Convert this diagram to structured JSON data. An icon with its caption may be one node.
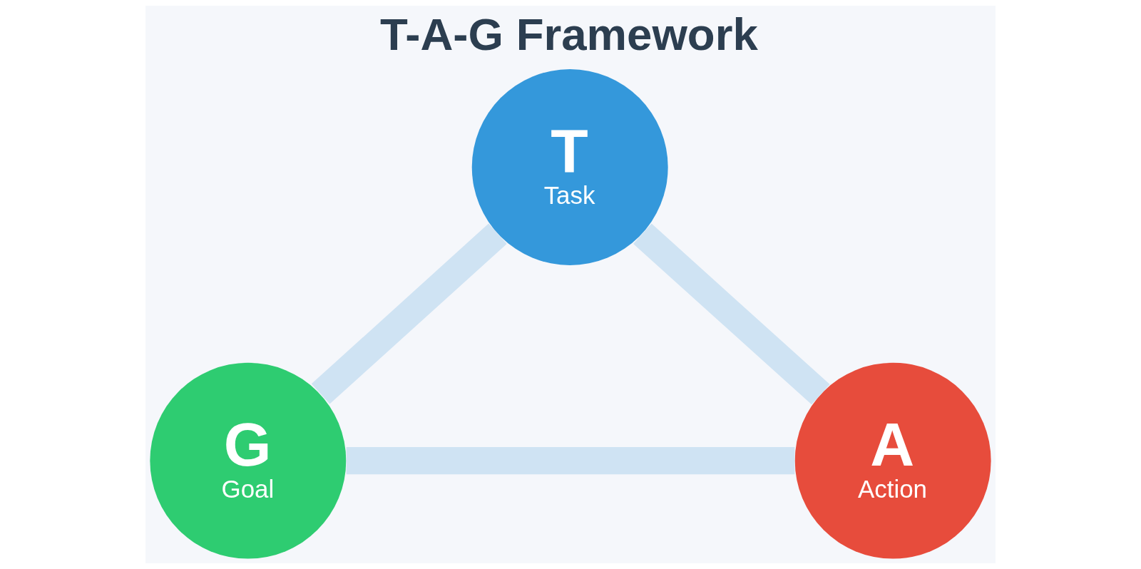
{
  "diagram": {
    "title": "T-A-G Framework",
    "nodes": [
      {
        "text": [
          "T",
          "Task"
        ]
      },
      {
        "text": [
          "G",
          "Goal"
        ]
      },
      {
        "text": [
          "A",
          "Action"
        ]
      }
    ],
    "edges": [
      {
        "from": 0,
        "to": 1,
        "arrow": "none"
      },
      {
        "from": 0,
        "to": 2,
        "arrow": "none"
      },
      {
        "from": 1,
        "to": 2,
        "arrow": "none"
      }
    ]
  }
}
